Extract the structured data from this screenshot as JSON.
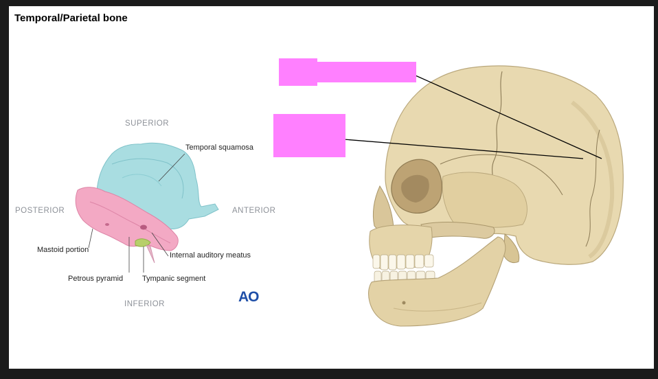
{
  "slide": {
    "title": "Temporal/Parietal bone"
  },
  "bone_diagram": {
    "directions": {
      "superior": "SUPERIOR",
      "inferior": "INFERIOR",
      "posterior": "POSTERIOR",
      "anterior": "ANTERIOR"
    },
    "labels": {
      "temporal_squamosa": "Temporal squamosa",
      "mastoid_portion": "Mastoid portion",
      "internal_auditory_meatus": "Internal auditory meatus",
      "petrous_pyramid": "Petrous pyramid",
      "tympanic_segment": "Tympanic segment"
    },
    "logo": "AO",
    "colors": {
      "squamosa": "#a9dde1",
      "petrous": "#f3a9c4",
      "tympanic": "#b7cf6a"
    }
  },
  "skull": {
    "label_boxes": [
      "",
      ""
    ],
    "colors": {
      "box": "#ff80ff",
      "bone": "#e8d9b0"
    }
  }
}
